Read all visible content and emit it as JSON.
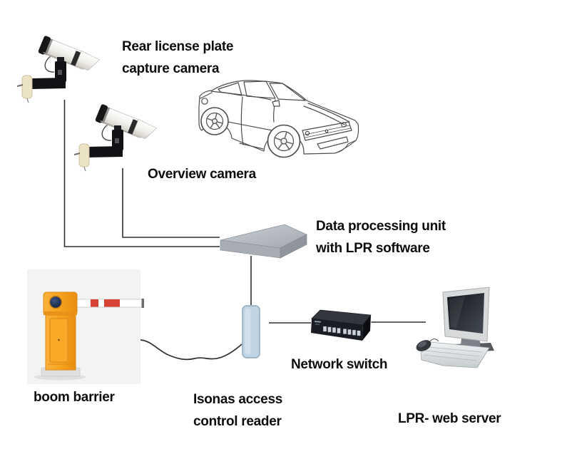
{
  "diagram": {
    "type": "system-architecture",
    "subject": "License plate recognition parking access system",
    "background": "#ffffff"
  },
  "labels": {
    "rear_plate_camera": {
      "line1": "Rear license plate",
      "line2": "capture camera"
    },
    "overview_camera": {
      "line1": "Overview camera"
    },
    "data_processing_unit": {
      "line1": "Data processing unit",
      "line2": "with LPR software"
    },
    "network_switch": {
      "line1": "Network switch"
    },
    "boom_barrier": {
      "line1": "boom barrier"
    },
    "access_reader": {
      "line1": "Isonas access",
      "line2": "control reader"
    },
    "web_server": {
      "line1": "LPR- web server"
    }
  },
  "devices": [
    {
      "id": "rear-plate-camera",
      "kind": "cctv bullet camera on wall mount"
    },
    {
      "id": "overview-camera",
      "kind": "cctv bullet camera on wall mount"
    },
    {
      "id": "vehicle",
      "kind": "car line sketch (sports coupe, 3/4 front view)"
    },
    {
      "id": "data-processing-unit",
      "kind": "gray 3d slab box"
    },
    {
      "id": "boom-barrier",
      "kind": "orange barrier gate with red-white striped arm"
    },
    {
      "id": "access-reader",
      "kind": "light blue wall-mount reader"
    },
    {
      "id": "network-switch",
      "kind": "black 8-port ethernet switch"
    },
    {
      "id": "web-server",
      "kind": "desktop computer with monitor, keyboard and mouse"
    }
  ],
  "connections": [
    {
      "from": "rear-plate-camera",
      "to": "data-processing-unit",
      "style": "elbow"
    },
    {
      "from": "overview-camera",
      "to": "data-processing-unit",
      "style": "elbow"
    },
    {
      "from": "data-processing-unit",
      "to": "access-reader",
      "style": "straight"
    },
    {
      "from": "boom-barrier",
      "to": "access-reader",
      "style": "curved-cable"
    },
    {
      "from": "access-reader",
      "to": "network-switch",
      "style": "straight"
    },
    {
      "from": "network-switch",
      "to": "web-server",
      "style": "straight"
    }
  ],
  "colors": {
    "line": "#2e2e2e",
    "label_text": "#0d0d0d",
    "barrier_orange": "#f8a21e",
    "arm_red": "#d64233",
    "reader_blue": "#c0d4e4",
    "switch_black": "#191c22",
    "dpu_gray": "#aeb3ba",
    "camera_white": "#f2f1ec"
  }
}
